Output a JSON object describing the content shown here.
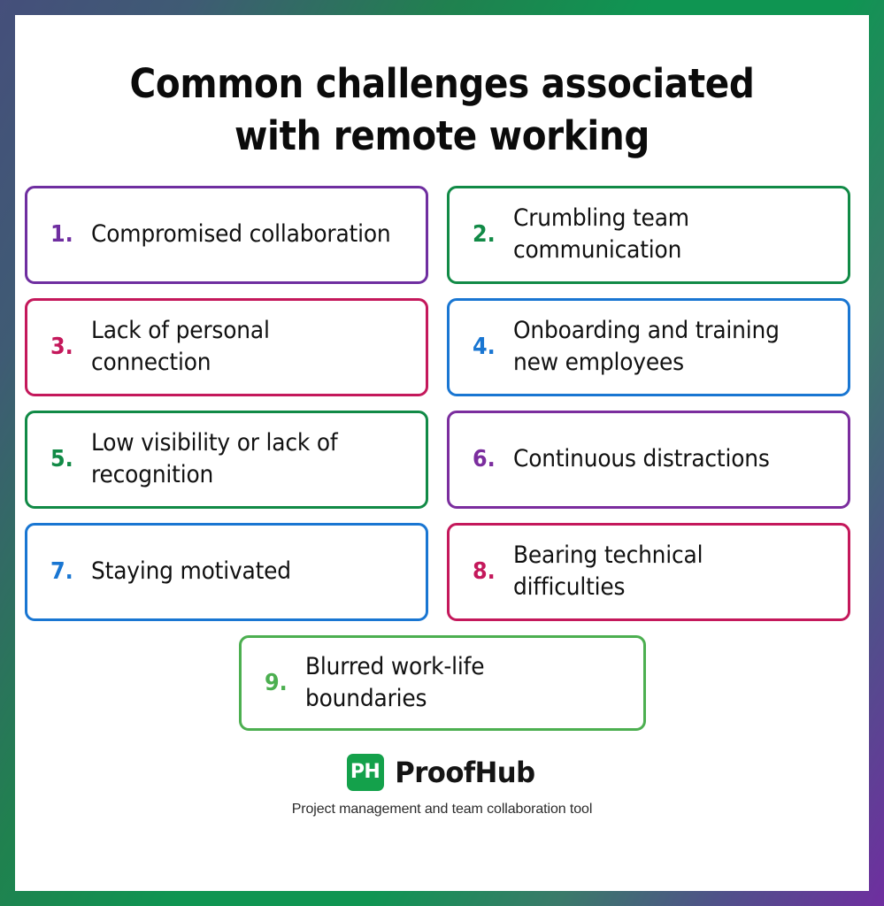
{
  "poster": {
    "title_line_1": "Common challenges associated",
    "title_line_2": "with remote working",
    "frame_gradient_start": "#454f7b",
    "frame_gradient_mid": "#0f9552",
    "frame_gradient_end": "#6f2ea0",
    "background": "#ffffff"
  },
  "colors": {
    "purple": "#6f2ea0",
    "green": "#118a46",
    "crimson": "#c4185b",
    "blue": "#1976d2",
    "light_green": "#4caf50",
    "text": "#111111"
  },
  "cards": [
    {
      "number": "1.",
      "text": "Compromised collaboration",
      "color": "#6f2ea0",
      "accent_name": "purple"
    },
    {
      "number": "2.",
      "text": "Crumbling team communication",
      "color": "#118a46",
      "accent_name": "green"
    },
    {
      "number": "3.",
      "text": "Lack of personal connection",
      "color": "#c4185b",
      "accent_name": "crimson"
    },
    {
      "number": "4.",
      "text": "Onboarding and training new employees",
      "color": "#1976d2",
      "accent_name": "blue"
    },
    {
      "number": "5.",
      "text": "Low visibility or lack of recognition",
      "color": "#118a46",
      "accent_name": "green"
    },
    {
      "number": "6.",
      "text": "Continuous distractions",
      "color": "#7b2d9e",
      "accent_name": "purple"
    },
    {
      "number": "7.",
      "text": "Staying motivated",
      "color": "#1976d2",
      "accent_name": "blue"
    },
    {
      "number": "8.",
      "text": "Bearing technical difficulties",
      "color": "#c4185b",
      "accent_name": "crimson"
    },
    {
      "number": "9.",
      "text": "Blurred work-life boundaries",
      "color": "#4caf50",
      "accent_name": "light-green"
    }
  ],
  "footer": {
    "logo_mark_text": "PH",
    "logo_mark_color": "#14a14b",
    "brand_name": "ProofHub",
    "tagline": "Project management and team collaboration tool"
  }
}
